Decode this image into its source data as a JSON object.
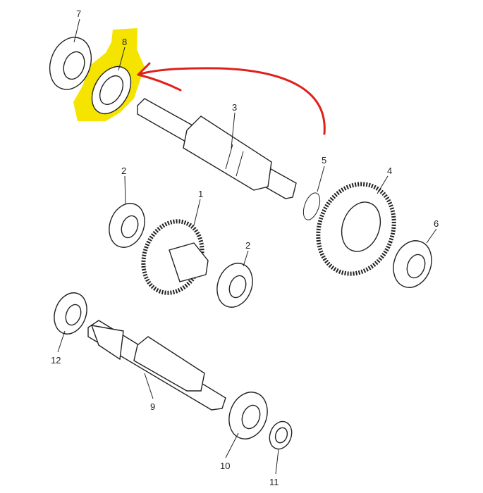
{
  "diagram": {
    "highlight_color": "#f5e400",
    "arrow_color": "#e0201c",
    "callouts": [
      {
        "id": "7",
        "label": "7"
      },
      {
        "id": "8",
        "label": "8"
      },
      {
        "id": "3",
        "label": "3"
      },
      {
        "id": "5",
        "label": "5"
      },
      {
        "id": "4",
        "label": "4"
      },
      {
        "id": "2a",
        "label": "2"
      },
      {
        "id": "1",
        "label": "1"
      },
      {
        "id": "6",
        "label": "6"
      },
      {
        "id": "2b",
        "label": "2"
      },
      {
        "id": "12",
        "label": "12"
      },
      {
        "id": "9",
        "label": "9"
      },
      {
        "id": "10",
        "label": "10"
      },
      {
        "id": "11",
        "label": "11"
      }
    ]
  }
}
